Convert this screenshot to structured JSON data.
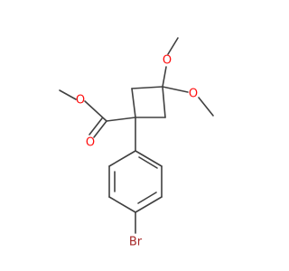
{
  "molecule": {
    "atom_labels": {
      "ester_o_single": "O",
      "ester_o_double": "O",
      "methoxy_o_top": "O",
      "methoxy_o_right": "O",
      "bromine": "Br"
    },
    "colors": {
      "bond": "#404040",
      "oxygen": "#ff0d0d",
      "bromine": "#a62929"
    }
  }
}
